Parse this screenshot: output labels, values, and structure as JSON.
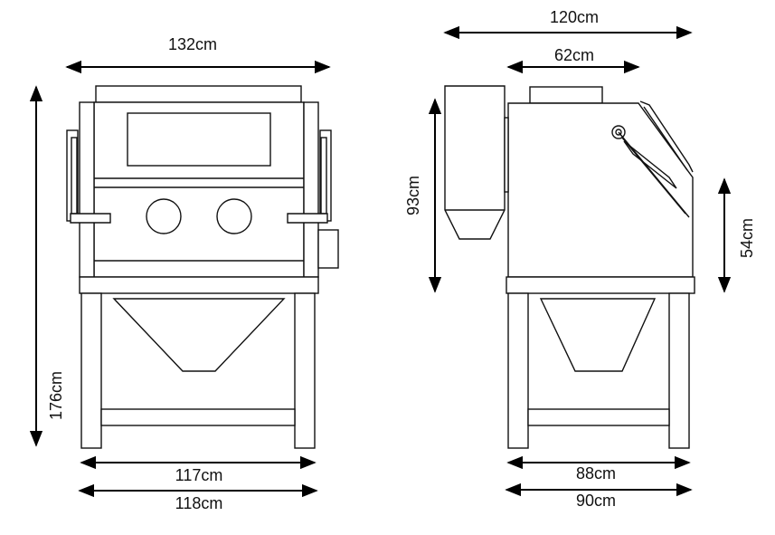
{
  "front_view": {
    "width_top": "132cm",
    "height": "176cm",
    "inner_width": "117cm",
    "outer_width": "118cm"
  },
  "side_view": {
    "total_width": "120cm",
    "cabinet_width": "62cm",
    "side_height": "93cm",
    "front_height": "54cm",
    "inner_depth": "88cm",
    "outer_depth": "90cm"
  },
  "colors": {
    "line": "#111111",
    "background": "#ffffff"
  }
}
